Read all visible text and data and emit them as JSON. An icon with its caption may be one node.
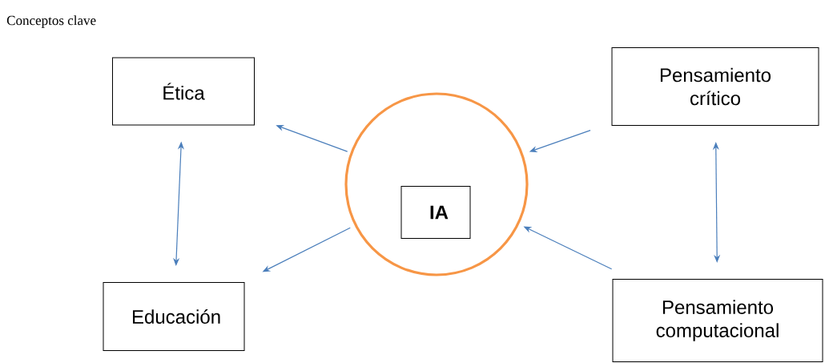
{
  "diagram": {
    "title": "Conceptos clave",
    "nodes": [
      {
        "text": [
          "Ética"
        ]
      },
      {
        "text": [
          "Pensamiento crítico"
        ]
      },
      {
        "text": [],
        "shape": "circle"
      },
      {
        "text": [
          "IA"
        ],
        "in": 2
      },
      {
        "text": [
          "Educación"
        ]
      },
      {
        "text": [
          "Pensamiento computacional"
        ]
      }
    ],
    "edges": [
      {
        "from": 2,
        "to": 0,
        "arrow": "to"
      },
      {
        "from": 1,
        "to": 2,
        "arrow": "to"
      },
      {
        "from": 2,
        "to": 4,
        "arrow": "to"
      },
      {
        "from": 5,
        "to": 2,
        "arrow": "to"
      },
      {
        "from": 0,
        "to": 4,
        "arrow": "both"
      },
      {
        "from": 1,
        "to": 5,
        "arrow": "both"
      }
    ]
  }
}
